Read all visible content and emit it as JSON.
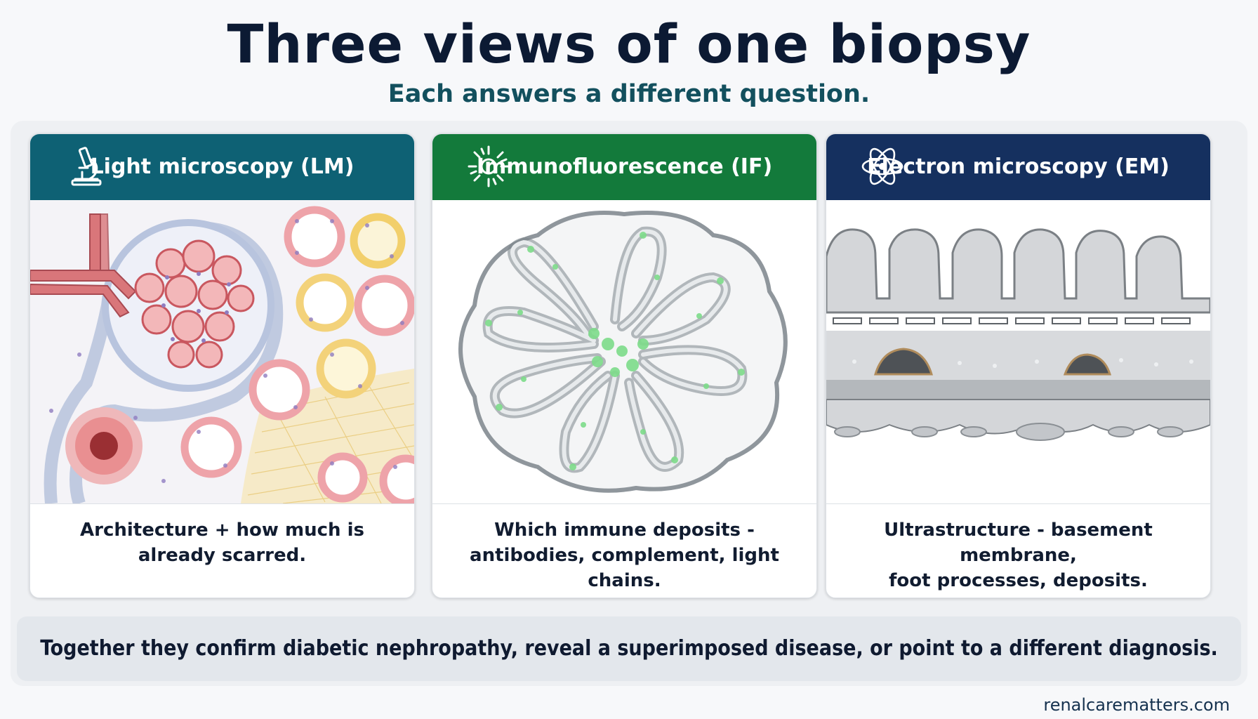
{
  "title": "Three views of one biopsy",
  "subtitle": "Each answers a different question.",
  "cards": [
    {
      "heading": "Light microscopy (LM)",
      "icon": "microscope-icon",
      "color": "#0e6174",
      "caption_line1": "Architecture + how much is",
      "caption_line2": "already scarred."
    },
    {
      "heading": "Immunofluorescence (IF)",
      "icon": "fluorescence-icon",
      "color": "#137a3b",
      "caption_line1": "Which immune deposits -",
      "caption_line2": "antibodies, complement, light chains."
    },
    {
      "heading": "Electron microscopy (EM)",
      "icon": "atom-icon",
      "color": "#15305f",
      "caption_line1": "Ultrastructure - basement membrane,",
      "caption_line2": "foot processes, deposits."
    }
  ],
  "footer": "Together they confirm diabetic nephropathy, reveal a superimposed disease, or point to a different diagnosis.",
  "website": "renalcarematters.com"
}
